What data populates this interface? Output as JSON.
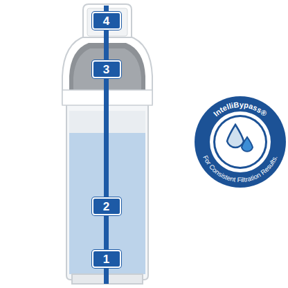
{
  "diagram": {
    "nodes": [
      {
        "text": [
          "4"
        ]
      },
      {
        "text": [
          "3"
        ]
      },
      {
        "text": [
          "2"
        ]
      },
      {
        "text": [
          "1"
        ]
      },
      {
        "text": [
          "IntelliBypass®",
          "For Consistent Filtration Results."
        ]
      }
    ],
    "edges": [
      {
        "from": 0,
        "to": 1,
        "arrow": "none"
      },
      {
        "from": 1,
        "to": 2,
        "arrow": "none"
      },
      {
        "from": 2,
        "to": 3,
        "arrow": "none"
      }
    ]
  }
}
